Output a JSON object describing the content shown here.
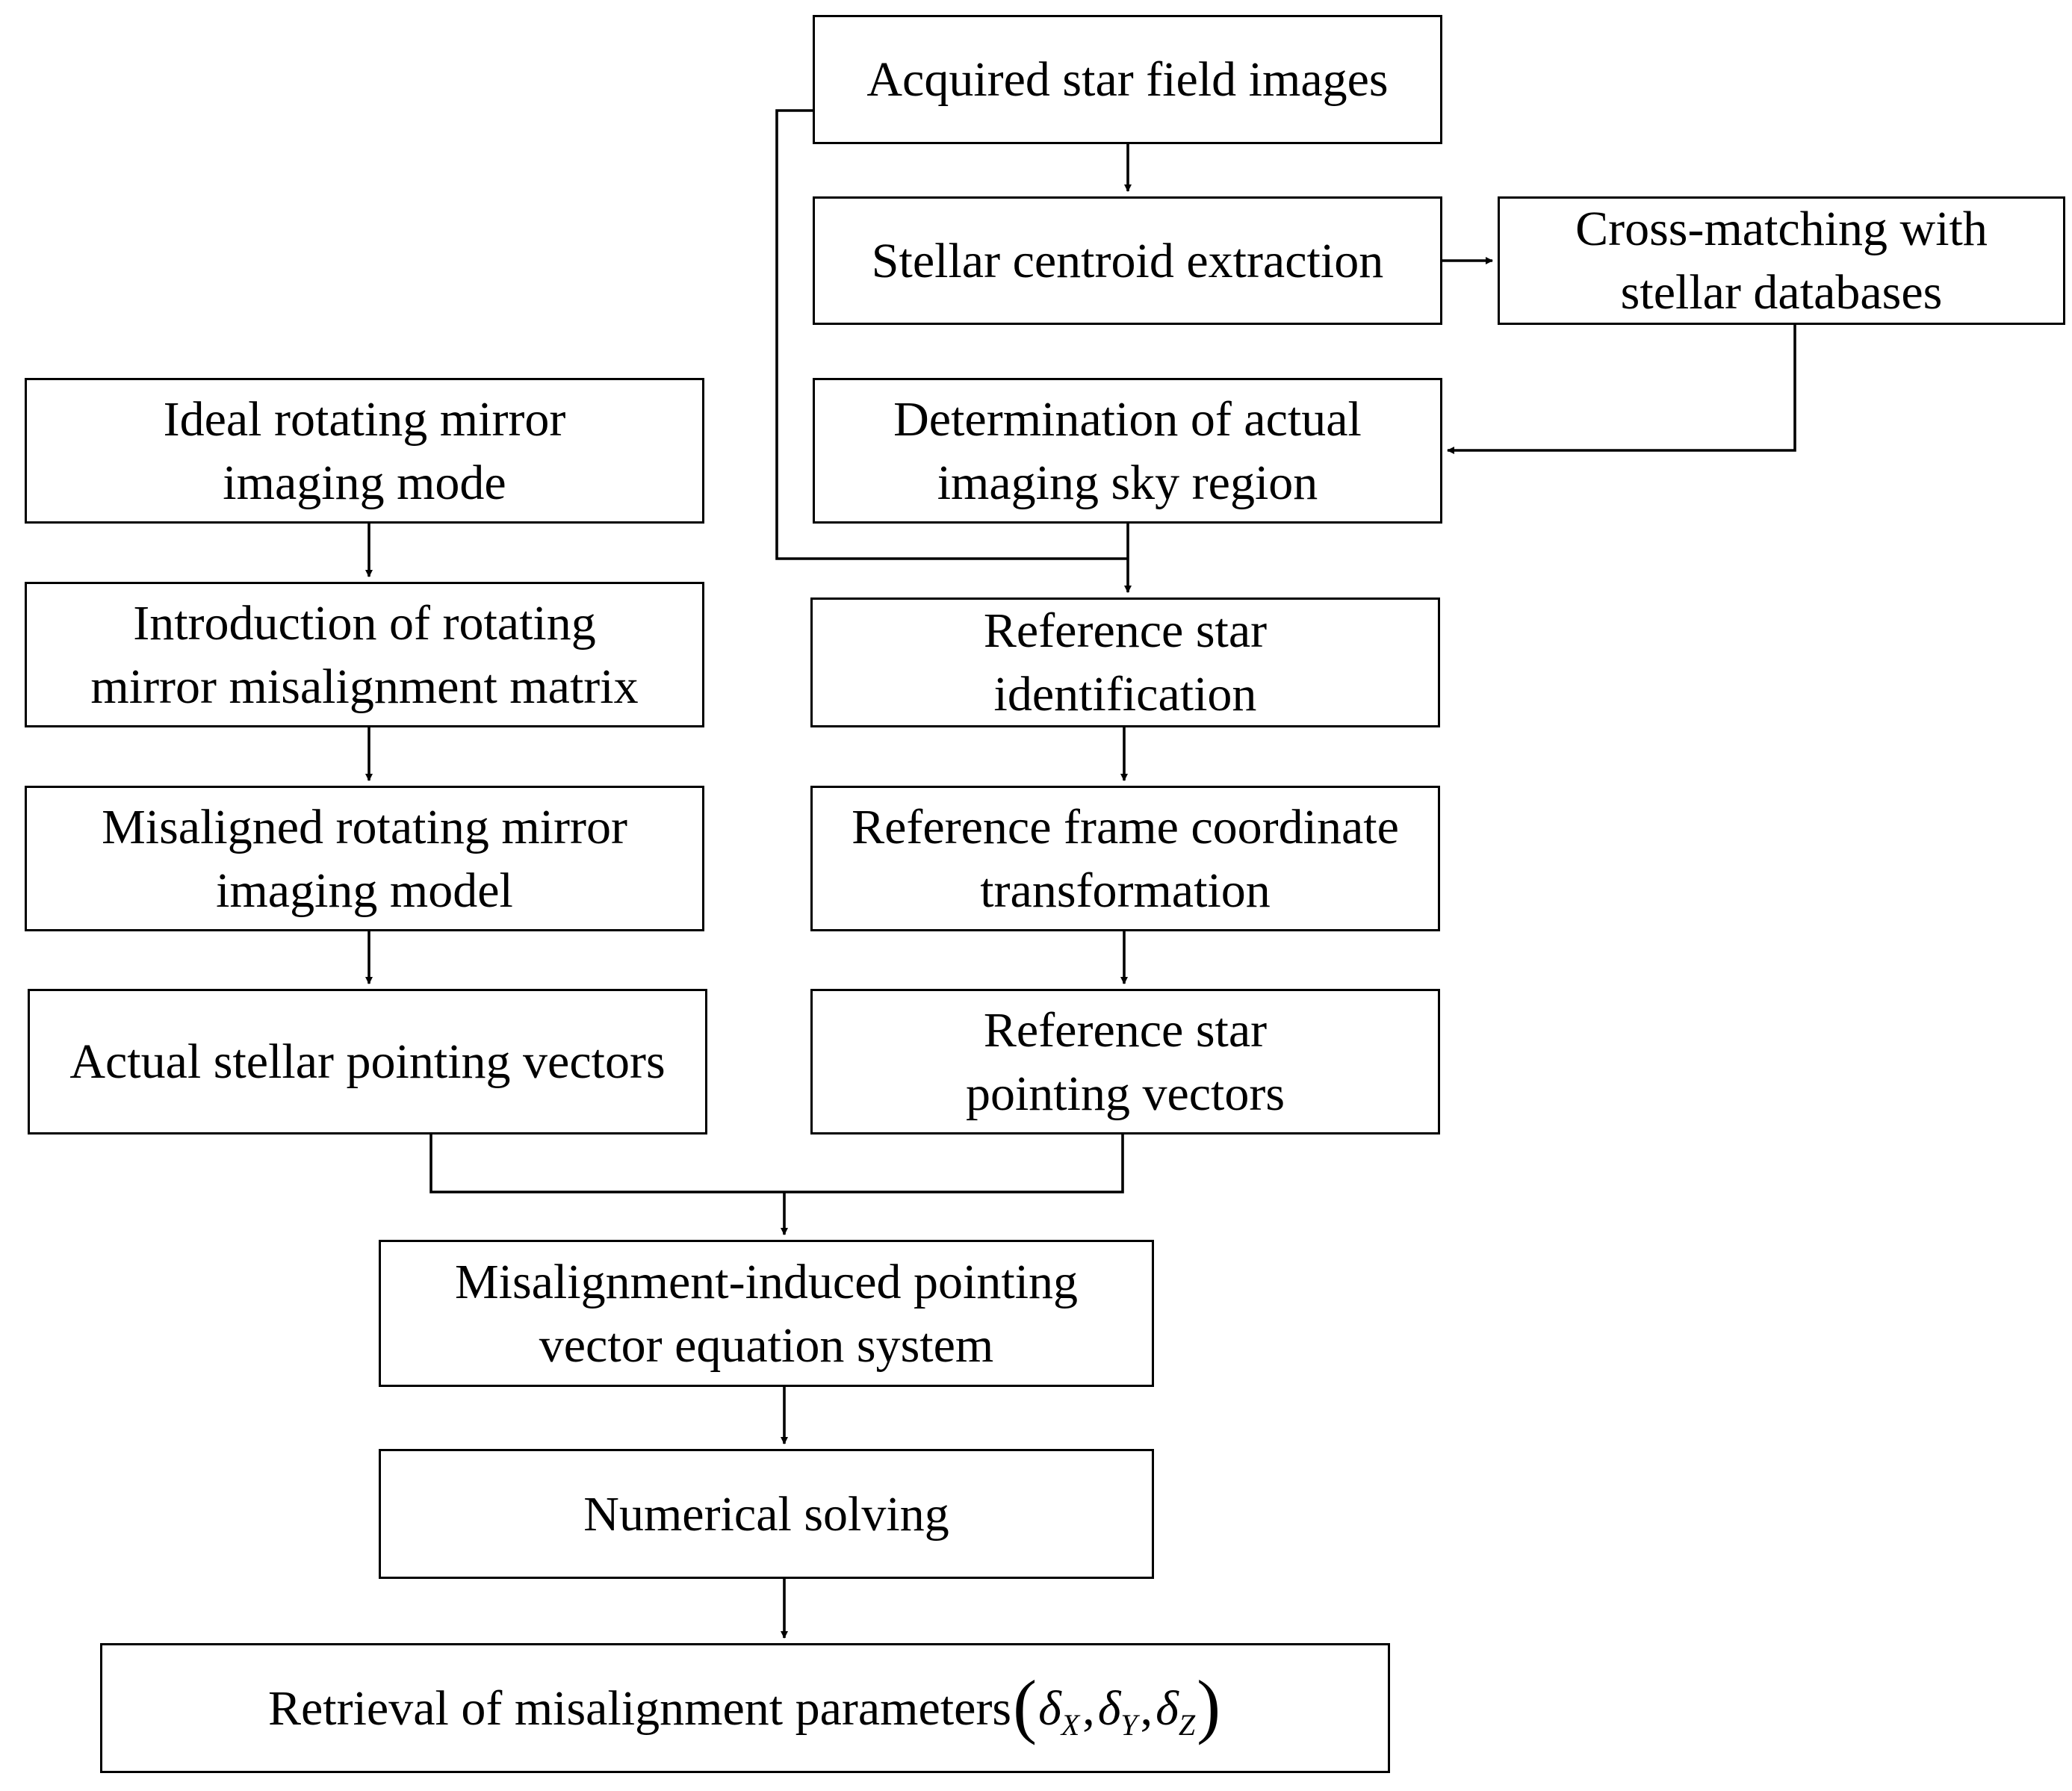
{
  "nodes": {
    "acquired": "Acquired star field images",
    "centroid": "Stellar centroid extraction",
    "crossmatch_1": "Cross-matching with",
    "crossmatch_2": "stellar databases",
    "determination_1": "Determination of actual",
    "determination_2": "imaging sky region",
    "ideal_1": "Ideal rotating mirror",
    "ideal_2": "imaging mode",
    "introduction_1": "Introduction of rotating",
    "introduction_2": "mirror misalignment matrix",
    "misaligned_1": "Misaligned rotating mirror",
    "misaligned_2": "imaging model",
    "actual_vectors": "Actual stellar pointing vectors",
    "refstar_1": "Reference star",
    "refstar_2": "identification",
    "refframe_1": "Reference frame coordinate",
    "refframe_2": "transformation",
    "refvec_1": "Reference star",
    "refvec_2": "pointing vectors",
    "equation_1": "Misalignment-induced pointing",
    "equation_2": "vector equation system",
    "numerical": "Numerical solving",
    "retrieval": {
      "text": "Retrieval of misalignment parameters",
      "open_paren": "(",
      "close_paren": ")",
      "delta": "δ",
      "comma": ",",
      "sub_x": "X",
      "sub_y": "Y",
      "sub_z": "Z"
    }
  },
  "colors": {
    "line": "#000000",
    "background": "#ffffff"
  }
}
